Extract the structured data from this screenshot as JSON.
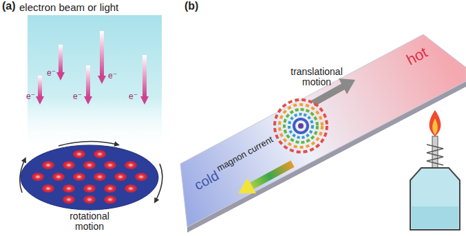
{
  "diagram": {
    "labels": [
      "(a)",
      "electron beam or light",
      "(b)",
      "e⁻",
      "e⁻",
      "e⁻",
      "e⁻",
      "e⁻",
      "rotational motion",
      "translational motion",
      "magnon current",
      "hot",
      "cold"
    ]
  }
}
